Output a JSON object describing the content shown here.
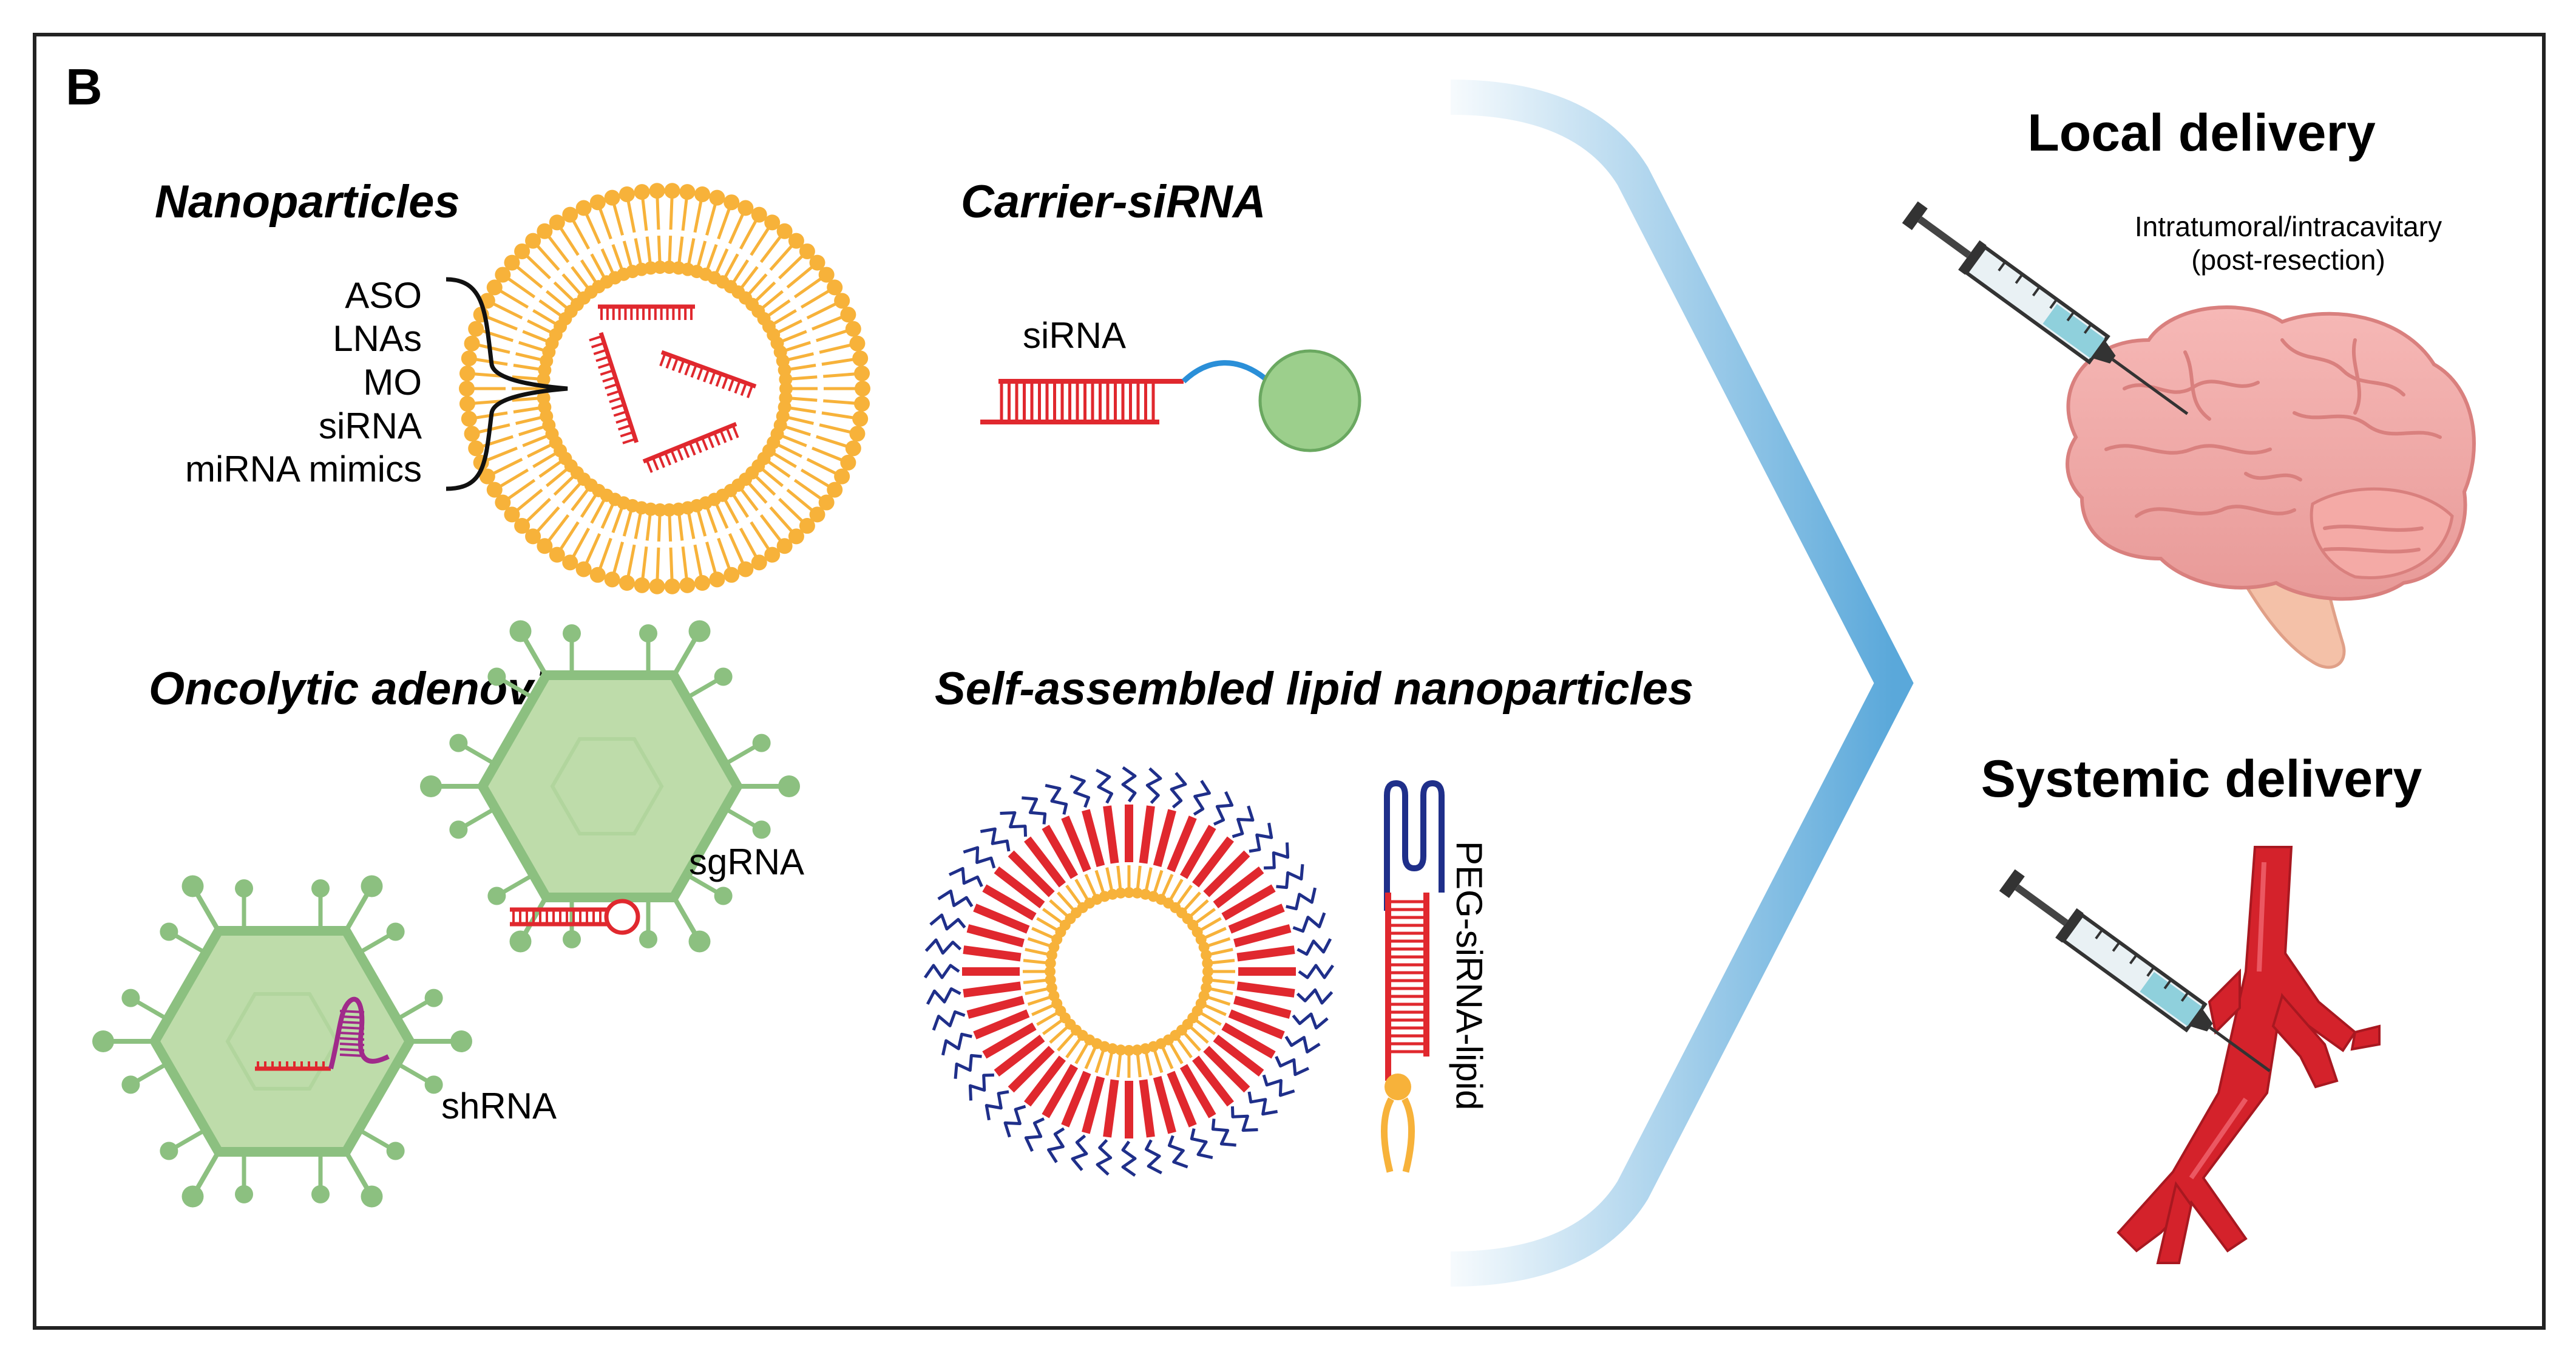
{
  "panel_label": "B",
  "nanoparticles": {
    "title": "Nanoparticles",
    "cargo": [
      "ASO",
      "LNAs",
      "MO",
      "siRNA",
      "miRNA mimics"
    ]
  },
  "carrier": {
    "title": "Carrier-siRNA",
    "label": "siRNA"
  },
  "adenovirus": {
    "title": "Oncolytic adenoviruses",
    "label_sg": "sgRNA",
    "label_sh": "shRNA"
  },
  "lipid": {
    "title": "Self-assembled lipid nanoparticles",
    "label": "PEG-siRNA-lipid"
  },
  "local": {
    "title": "Local delivery",
    "route_line1": "Intratumoral/intracavitary",
    "route_line2": "(post-resection)"
  },
  "systemic": {
    "title": "Systemic delivery"
  },
  "colors": {
    "lipid_orange": "#f7b23a",
    "rna_red": "#e0282e",
    "peg_blue": "#1f2f8a",
    "virus_green": "#bedcaa",
    "virus_edge": "#8cc080",
    "carrier_ball": "#9ccf8c",
    "linker": "#2a8fd8",
    "chevron_blue": "#5aa8da",
    "brain_pink": "#f2a7a5",
    "vessel_red": "#d4222b"
  }
}
